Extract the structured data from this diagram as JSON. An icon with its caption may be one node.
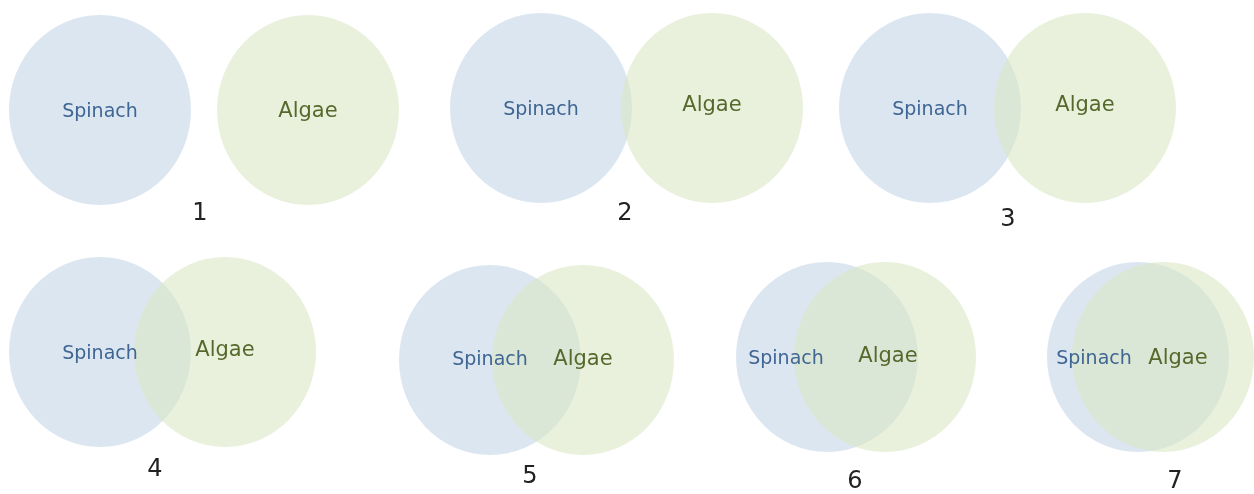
{
  "diagram": {
    "nodes": [
      {
        "text": [
          "Spinach"
        ]
      },
      {
        "text": [
          "Algae"
        ]
      },
      {
        "text": [
          "Spinach"
        ]
      },
      {
        "text": [
          "Algae"
        ]
      },
      {
        "text": [
          "Spinach"
        ]
      },
      {
        "text": [
          "Algae"
        ]
      },
      {
        "text": [
          "Spinach"
        ]
      },
      {
        "text": [
          "Algae"
        ]
      },
      {
        "text": [
          "Spinach"
        ]
      },
      {
        "text": [
          "Algae"
        ]
      },
      {
        "text": [
          "Spinach"
        ]
      },
      {
        "text": [
          "Algae"
        ]
      },
      {
        "text": [
          "Spinach"
        ]
      },
      {
        "text": [
          "Algae"
        ]
      }
    ],
    "labels": [
      "1",
      "2",
      "3",
      "4",
      "5",
      "6",
      "7"
    ]
  }
}
